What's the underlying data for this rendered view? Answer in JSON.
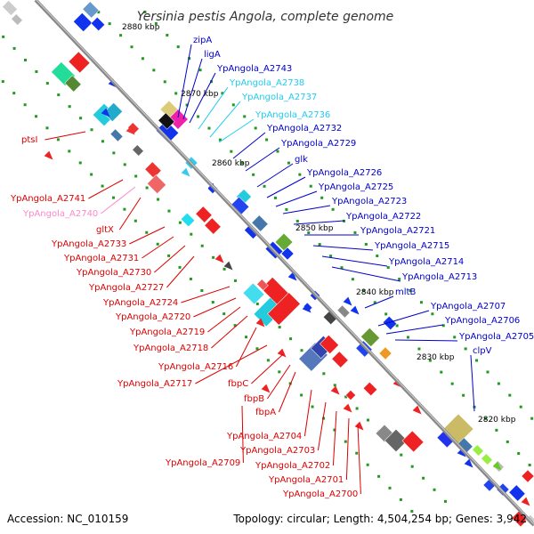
{
  "title": "Yersinia pestis Angola, complete genome",
  "footer": {
    "accession": "Accession: NC_010159",
    "topology": "Topology: circular; Length: 4,504,254 bp; Genes: 3,942"
  },
  "colors": {
    "backbone": "#a0a0a0",
    "plus_label": "#0000cc",
    "minus_label": "#dd0000",
    "rna_plus": "#22ccee",
    "rna_minus": "#ff88cc",
    "tick": "#229922"
  },
  "scale_ticks": [
    "2880 kbp",
    "2870 kbp",
    "2860 kbp",
    "2850 kbp",
    "2840 kbp",
    "2830 kbp",
    "2820 kbp"
  ],
  "genes_plus": [
    {
      "label": "zipA",
      "color": "#0000cc"
    },
    {
      "label": "ligA",
      "color": "#0000cc"
    },
    {
      "label": "YpAngola_A2743",
      "color": "#0000cc"
    },
    {
      "label": "YpAngola_A2738",
      "color": "#22ccee"
    },
    {
      "label": "YpAngola_A2737",
      "color": "#22ccee"
    },
    {
      "label": "YpAngola_A2736",
      "color": "#22ccee"
    },
    {
      "label": "YpAngola_A2732",
      "color": "#0000cc"
    },
    {
      "label": "YpAngola_A2729",
      "color": "#0000cc"
    },
    {
      "label": "glk",
      "color": "#0000cc"
    },
    {
      "label": "YpAngola_A2726",
      "color": "#0000cc"
    },
    {
      "label": "YpAngola_A2725",
      "color": "#0000cc"
    },
    {
      "label": "YpAngola_A2723",
      "color": "#0000cc"
    },
    {
      "label": "YpAngola_A2722",
      "color": "#0000cc"
    },
    {
      "label": "YpAngola_A2721",
      "color": "#0000cc"
    },
    {
      "label": "YpAngola_A2715",
      "color": "#0000cc"
    },
    {
      "label": "YpAngola_A2714",
      "color": "#0000cc"
    },
    {
      "label": "YpAngola_A2713",
      "color": "#0000cc"
    },
    {
      "label": "mltB",
      "color": "#0000cc"
    },
    {
      "label": "YpAngola_A2707",
      "color": "#0000cc"
    },
    {
      "label": "YpAngola_A2706",
      "color": "#0000cc"
    },
    {
      "label": "YpAngola_A2705",
      "color": "#0000cc"
    },
    {
      "label": "clpV",
      "color": "#0000cc"
    }
  ],
  "genes_minus": [
    {
      "label": "ptsI",
      "color": "#dd0000"
    },
    {
      "label": "YpAngola_A2741",
      "color": "#dd0000"
    },
    {
      "label": "YpAngola_A2740",
      "color": "#ff88cc"
    },
    {
      "label": "gltX",
      "color": "#dd0000"
    },
    {
      "label": "YpAngola_A2733",
      "color": "#dd0000"
    },
    {
      "label": "YpAngola_A2731",
      "color": "#dd0000"
    },
    {
      "label": "YpAngola_A2730",
      "color": "#dd0000"
    },
    {
      "label": "YpAngola_A2727",
      "color": "#dd0000"
    },
    {
      "label": "YpAngola_A2724",
      "color": "#dd0000"
    },
    {
      "label": "YpAngola_A2720",
      "color": "#dd0000"
    },
    {
      "label": "YpAngola_A2719",
      "color": "#dd0000"
    },
    {
      "label": "YpAngola_A2718",
      "color": "#dd0000"
    },
    {
      "label": "YpAngola_A2716",
      "color": "#dd0000"
    },
    {
      "label": "YpAngola_A2717",
      "color": "#dd0000"
    },
    {
      "label": "fbpC",
      "color": "#dd0000"
    },
    {
      "label": "fbpB",
      "color": "#dd0000"
    },
    {
      "label": "fbpA",
      "color": "#dd0000"
    },
    {
      "label": "YpAngola_A2704",
      "color": "#dd0000"
    },
    {
      "label": "YpAngola_A2703",
      "color": "#dd0000"
    },
    {
      "label": "YpAngola_A2709",
      "color": "#dd0000"
    },
    {
      "label": "YpAngola_A2702",
      "color": "#dd0000"
    },
    {
      "label": "YpAngola_A2701",
      "color": "#dd0000"
    },
    {
      "label": "YpAngola_A2700",
      "color": "#dd0000"
    }
  ]
}
